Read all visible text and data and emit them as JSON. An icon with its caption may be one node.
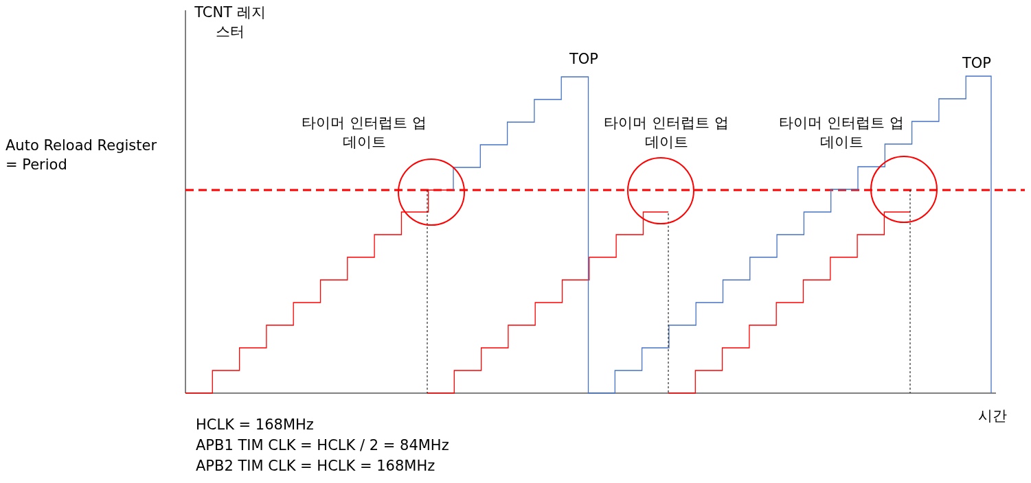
{
  "diagram": {
    "labels": [
      "TCNT 레지스터",
      "TOP",
      "TOP",
      "타이머 인터럽트 업데이트",
      "타이머 인터럽트 업데이트",
      "타이머 인터럽트 업데이트",
      "Auto Reload Register = Period",
      "시간",
      "HCLK = 168MHz",
      "APB1 TIM CLK = HCLK / 2 = 84MHz",
      "APB2 TIM CLK = HCLK = 168MHz"
    ]
  }
}
